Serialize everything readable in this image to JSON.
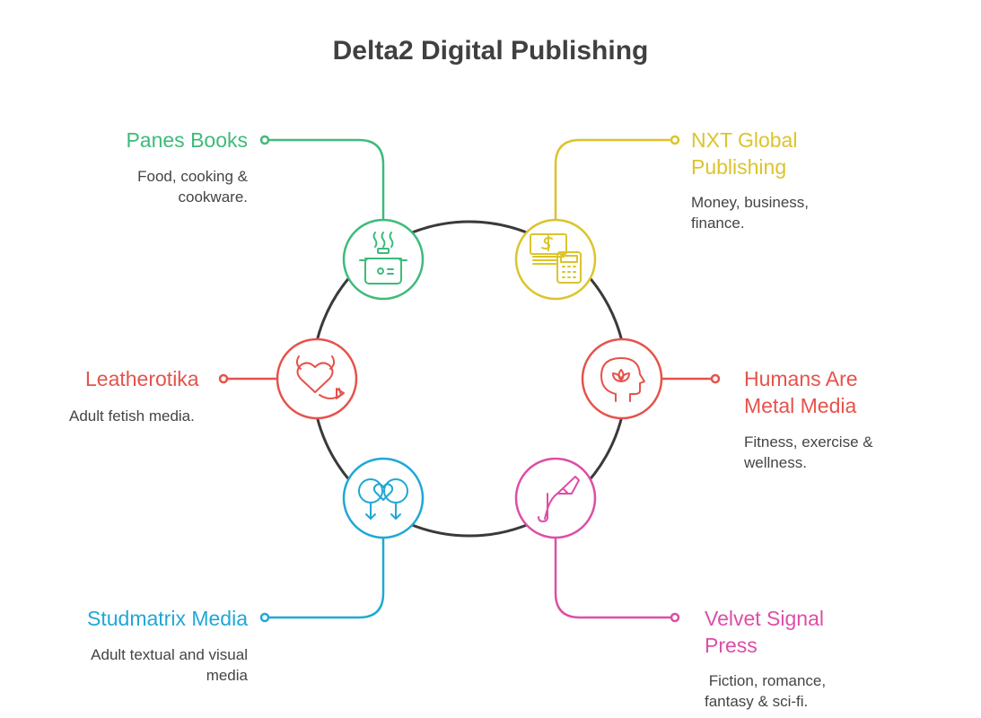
{
  "title": "Delta2 Digital Publishing",
  "nodes": [
    {
      "name": "Panes Books",
      "desc": "Food, cooking & cookware.",
      "color": "#3dbb7b",
      "icon": "cooking-pot-icon"
    },
    {
      "name": "NXT Global Publishing",
      "desc": "Money, business, finance.",
      "color": "#dcc42c",
      "icon": "money-calculator-icon"
    },
    {
      "name": "Leatherotika",
      "desc": "Adult fetish media.",
      "color": "#e5534b",
      "icon": "devil-heart-icon"
    },
    {
      "name": "Humans Are Metal Media",
      "desc": "Fitness, exercise & wellness.",
      "color": "#e5534b",
      "icon": "wellness-head-icon"
    },
    {
      "name": "Studmatrix Media",
      "desc": "Adult textual and visual media",
      "color": "#1fa8d6",
      "icon": "gender-heart-icon"
    },
    {
      "name": "Velvet Signal Press",
      "desc": " Fiction, romance, fantasy & sci-fi.",
      "color": "#dd4ea6",
      "icon": "pen-nib-icon"
    }
  ],
  "ring_color": "#3a3a3a"
}
